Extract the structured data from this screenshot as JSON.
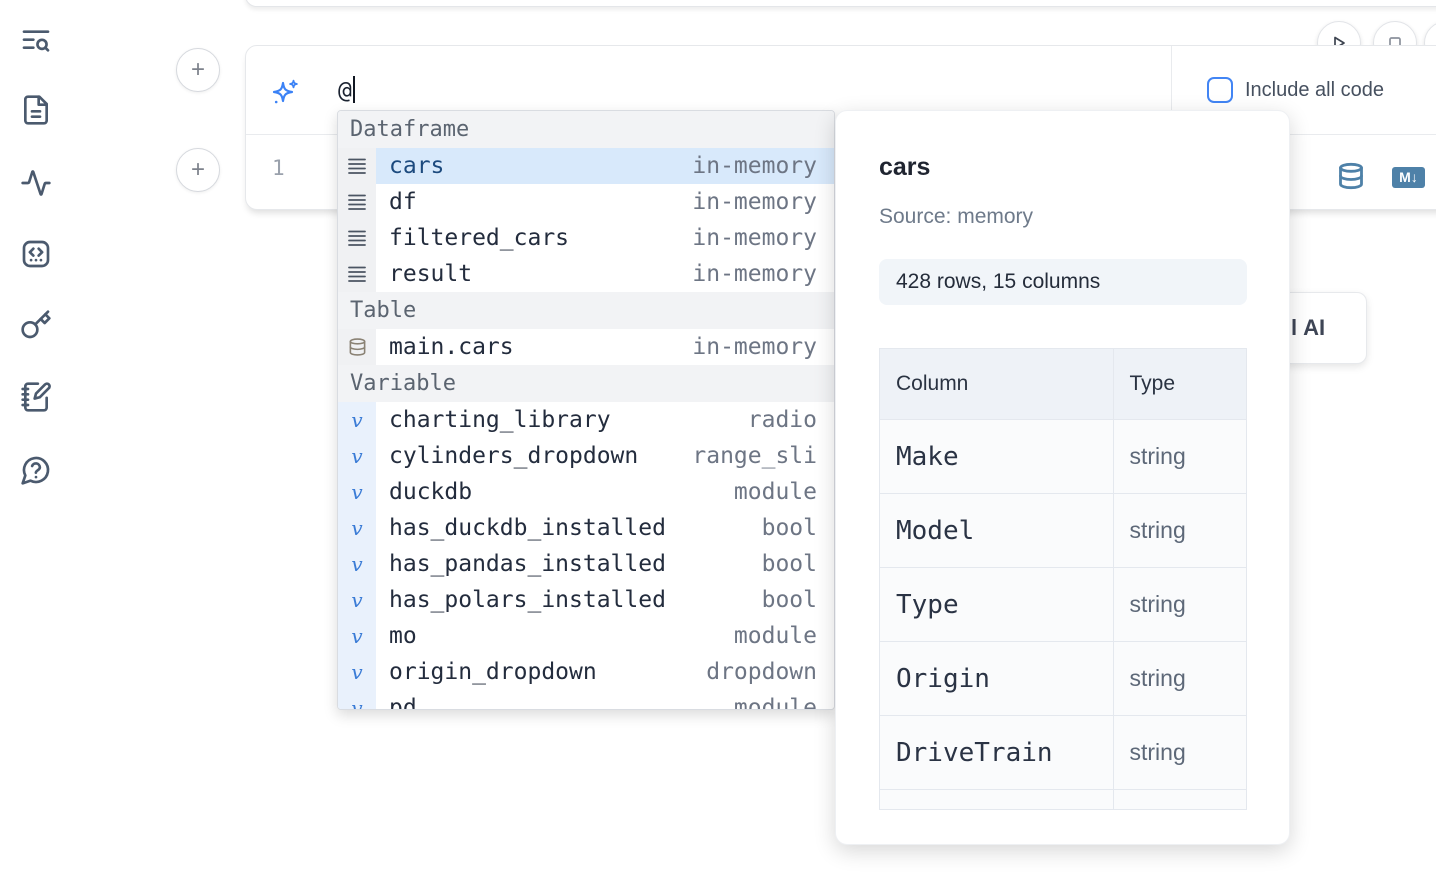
{
  "colors": {
    "accent_blue": "#3b82f6",
    "checkbox_blue": "#4285f4",
    "steel_blue": "#4e81a8",
    "selection_bg": "#d8e9fb",
    "variable_icon_blue": "#3b7cd6"
  },
  "sidebar": {
    "icons": [
      {
        "name": "table-of-contents-search-icon"
      },
      {
        "name": "file-document-icon"
      },
      {
        "name": "activity-icon"
      },
      {
        "name": "code-snippets-icon"
      },
      {
        "name": "keyboard-shortcuts-key-icon"
      },
      {
        "name": "scratchpad-notebook-icon"
      },
      {
        "name": "help-chat-icon"
      }
    ]
  },
  "controls": {
    "add_cell_label": "+"
  },
  "cell": {
    "ai_input": {
      "value": "@",
      "include_all_code_label": "Include all code",
      "checkbox_checked": false
    },
    "editor": {
      "line_number": "1",
      "markdown_badge": "M↓"
    }
  },
  "autocomplete": {
    "variable_glyph": "v",
    "sections": [
      {
        "label": "Dataframe",
        "kind": "dataframe",
        "items": [
          {
            "name": "cars",
            "type": "in-memory",
            "selected": true
          },
          {
            "name": "df",
            "type": "in-memory"
          },
          {
            "name": "filtered_cars",
            "type": "in-memory"
          },
          {
            "name": "result",
            "type": "in-memory"
          }
        ]
      },
      {
        "label": "Table",
        "kind": "table",
        "items": [
          {
            "name": "main.cars",
            "type": "in-memory"
          }
        ]
      },
      {
        "label": "Variable",
        "kind": "variable",
        "items": [
          {
            "name": "charting_library",
            "type": "radio"
          },
          {
            "name": "cylinders_dropdown",
            "type": "range_sli"
          },
          {
            "name": "duckdb",
            "type": "module"
          },
          {
            "name": "has_duckdb_installed",
            "type": "bool"
          },
          {
            "name": "has_pandas_installed",
            "type": "bool"
          },
          {
            "name": "has_polars_installed",
            "type": "bool"
          },
          {
            "name": "mo",
            "type": "module"
          },
          {
            "name": "origin_dropdown",
            "type": "dropdown"
          },
          {
            "name": "pd",
            "type": "module"
          }
        ]
      }
    ]
  },
  "preview": {
    "title": "cars",
    "source": "Source: memory",
    "shape": "428 rows, 15 columns",
    "table": {
      "headers": [
        "Column",
        "Type"
      ],
      "rows": [
        {
          "column": "Make",
          "type": "string"
        },
        {
          "column": "Model",
          "type": "string"
        },
        {
          "column": "Type",
          "type": "string"
        },
        {
          "column": "Origin",
          "type": "string"
        },
        {
          "column": "DriveTrain",
          "type": "string"
        },
        {
          "column": "",
          "type": ""
        }
      ]
    }
  },
  "ai_button": {
    "clipped_glyph": "l",
    "label": "AI"
  }
}
